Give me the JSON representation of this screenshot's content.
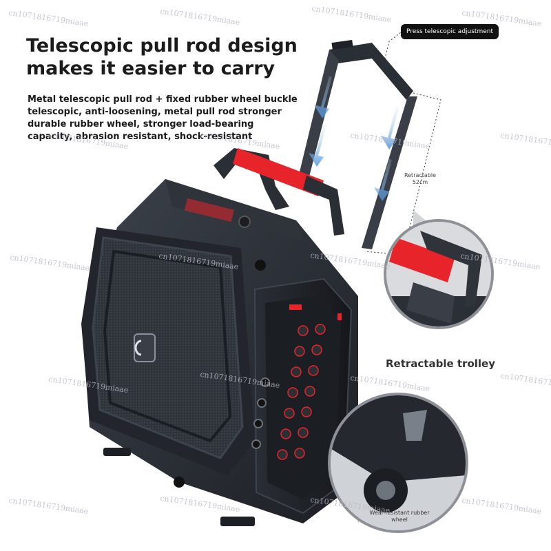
{
  "headline": {
    "line1": "Telescopic pull rod design",
    "line2": "makes it easier to carry"
  },
  "description": {
    "line1": "Metal telescopic pull rod + fixed rubber wheel buckle",
    "line2": "telescopic, anti-loosening, metal pull rod stronger",
    "line3": "durable rubber wheel, stronger load-bearing",
    "line4": "capacity, abrasion resistant, shock-resistant"
  },
  "callouts": {
    "adjustment": "Press telescopic adjustment",
    "retractable": "Retractable",
    "length": "52cm",
    "trolley": "Retractable trolley",
    "wheel_line1": "Wear-resistant rubber",
    "wheel_line2": "wheel"
  },
  "watermark": "cn1071816719miaae",
  "colors": {
    "accent_red": "#e8242b",
    "body_dark": "#2b2f36",
    "arrow_blue": "#4a90d9"
  }
}
